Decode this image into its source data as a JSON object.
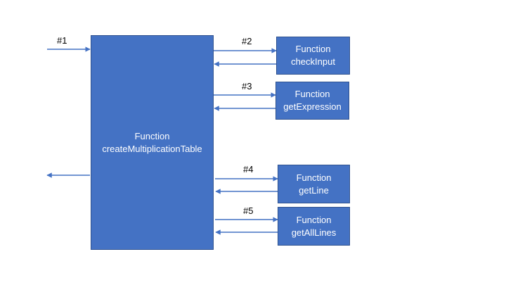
{
  "main_function": {
    "line1": "Function",
    "line2": "createMultiplicationTable"
  },
  "helpers": [
    {
      "line1": "Function",
      "line2": "checkInput"
    },
    {
      "line1": "Function",
      "line2": "getExpression"
    },
    {
      "line1": "Function",
      "line2": "getLine"
    },
    {
      "line1": "Function",
      "line2": "getAllLines"
    }
  ],
  "arrow_labels": {
    "input": "#1",
    "call_2": "#2",
    "call_3": "#3",
    "call_4": "#4",
    "call_5": "#5"
  },
  "colors": {
    "box_fill": "#4472c4",
    "box_border": "#2f528f",
    "arrow": "#4472c4",
    "box_text": "#ffffff",
    "label_text": "#000000"
  }
}
